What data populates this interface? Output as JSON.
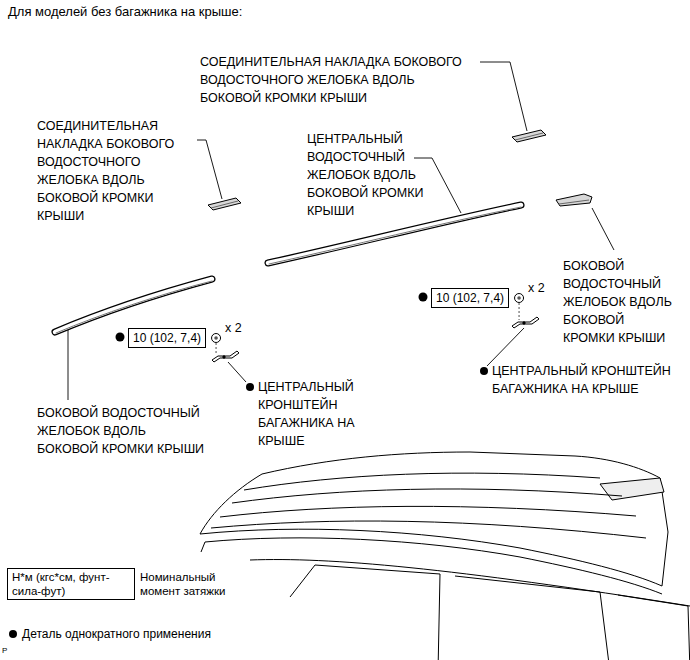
{
  "diagram": {
    "title": "Для моделей без багажника на крыше:",
    "nodes": [
      {
        "text": [
          "10 (102, 7,4)"
        ]
      },
      {
        "text": [
          "10 (102, 7,4)"
        ]
      },
      {
        "text": [
          "Н*м (кгс*см, фунт-сила-фут)"
        ]
      }
    ],
    "labels": [
      "СОЕДИНИТЕЛЬНАЯ НАКЛАДКА БОКОВОГО ВОДОСТОЧНОГО ЖЕЛОБКА ВДОЛЬ БОКОВОЙ КРОМКИ КРЫШИ",
      "СОЕДИНИТЕЛЬНАЯ НАКЛАДКА БОКОВОГО ВОДОСТОЧНОГО ЖЕЛОБКА ВДОЛЬ БОКОВОЙ КРОМКИ КРЫШИ",
      "ЦЕНТРАЛЬНЫЙ ВОДОСТОЧНЫЙ ЖЕЛОБОК ВДОЛЬ БОКОВОЙ КРОМКИ КРЫШИ",
      "БОКОВОЙ ВОДОСТОЧНЫЙ ЖЕЛОБОК ВДОЛЬ БОКОВОЙ КРОМКИ КРЫШИ",
      "x 2",
      "x 2",
      "ЦЕНТРАЛЬНЫЙ КРОНШТЕЙН БАГАЖНИКА НА КРЫШЕ",
      "ЦЕНТРАЛЬНЫЙ КРОНШТЕЙН БАГАЖНИКА НА КРЫШЕ",
      "БОКОВОЙ ВОДОСТОЧНЫЙ ЖЕЛОБОК ВДОЛЬ БОКОВОЙ КРОМКИ КРЫШИ",
      "P"
    ],
    "legend": [
      {
        "text": "Номинальный момент затяжки"
      },
      {
        "text": "Деталь однократного применения"
      }
    ]
  }
}
